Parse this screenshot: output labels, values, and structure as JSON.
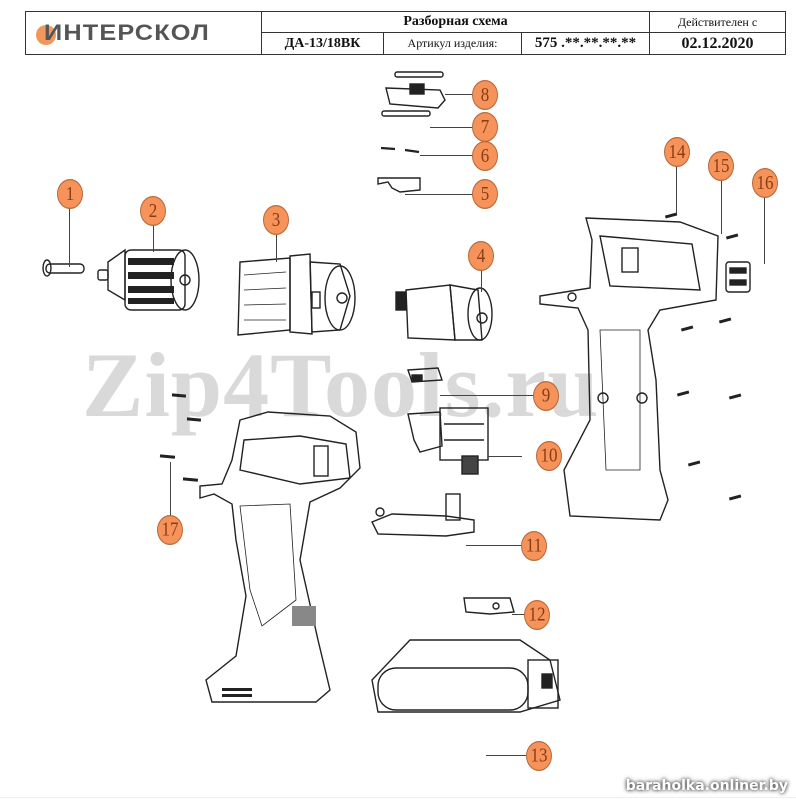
{
  "header": {
    "brand": "ИНТЕРСКОЛ",
    "title": "Разборная схема",
    "model": "ДА-13/18ВК",
    "article_label": "Артикул изделия:",
    "article_value": "575 .**.**.**.**",
    "valid_from_label": "Действителен с",
    "valid_from_date": "02.12.2020"
  },
  "watermark": "Zip4Tools.ru",
  "footer": "baraholka.onliner.by",
  "colors": {
    "callout_fill": "#f5935a",
    "callout_text": "#8a3d12",
    "brand_accent": "#f08c4a"
  },
  "callouts": [
    "1",
    "2",
    "3",
    "4",
    "5",
    "6",
    "7",
    "8",
    "9",
    "10",
    "11",
    "12",
    "13",
    "14",
    "15",
    "16",
    "17"
  ],
  "parts": [
    {
      "id": "1",
      "name": "pin"
    },
    {
      "id": "2",
      "name": "drill-chuck"
    },
    {
      "id": "3",
      "name": "gearbox"
    },
    {
      "id": "4",
      "name": "motor"
    },
    {
      "id": "5",
      "name": "switch-lever"
    },
    {
      "id": "6",
      "name": "springs"
    },
    {
      "id": "7",
      "name": "slider-rail"
    },
    {
      "id": "8",
      "name": "direction-slider"
    },
    {
      "id": "9",
      "name": "led-module"
    },
    {
      "id": "10",
      "name": "trigger-switch"
    },
    {
      "id": "11",
      "name": "terminal-base"
    },
    {
      "id": "12",
      "name": "battery-terminal"
    },
    {
      "id": "13",
      "name": "battery-pack"
    },
    {
      "id": "14",
      "name": "screw"
    },
    {
      "id": "15",
      "name": "housing-right"
    },
    {
      "id": "16",
      "name": "badge"
    },
    {
      "id": "17",
      "name": "screws-left-housing"
    }
  ]
}
